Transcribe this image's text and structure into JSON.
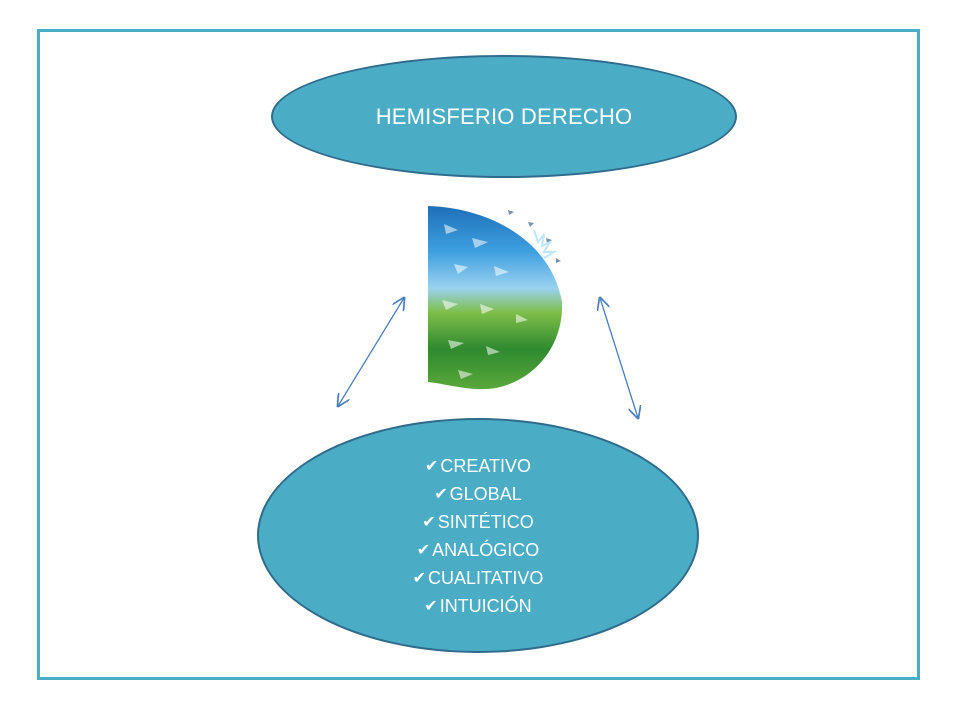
{
  "title": "HEMISFERIO DERECHO",
  "traits": [
    "CREATIVO",
    "GLOBAL",
    "SINTÉTICO",
    "ANALÓGICO",
    "CUALITATIVO",
    "INTUICIÓN"
  ],
  "colors": {
    "accent": "#4bacc6",
    "ellipse_border": "#2e6b8c",
    "arrow": "#4a7ebb",
    "text": "#ffffff"
  },
  "icons": [
    "check-icon",
    "right-hemisphere-illustration",
    "double-arrow-icon"
  ]
}
